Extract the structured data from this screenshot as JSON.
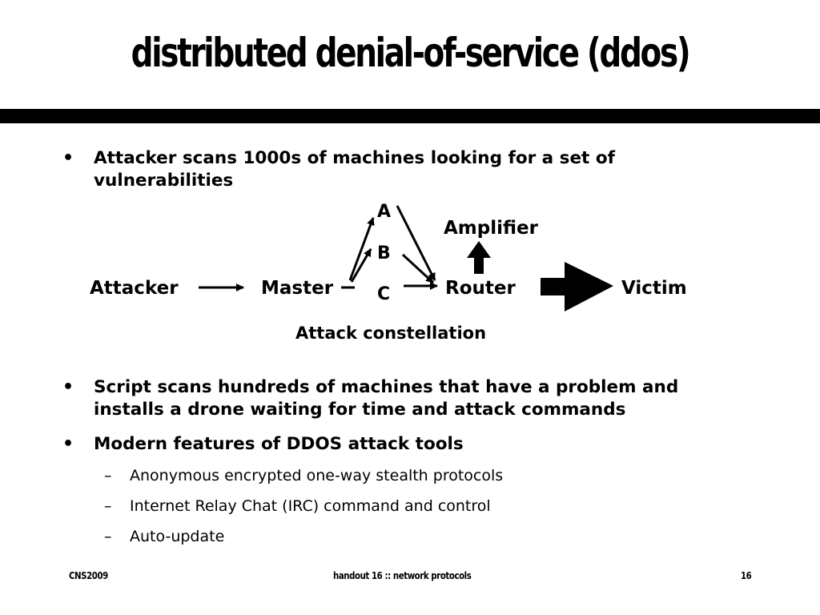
{
  "title": "distributed denial-of-service (ddos)",
  "bullets": [
    {
      "marker": "•",
      "text": " Attacker scans 1000s of machines looking for a set of vulnerabilities"
    },
    {
      "marker": "•",
      "text": "Script scans hundreds of machines that have a problem and installs a drone waiting for time and attack commands"
    },
    {
      "marker": "•",
      "text": "Modern features of DDOS attack tools"
    }
  ],
  "subbullets": [
    {
      "marker": "–",
      "text": "Anonymous encrypted one-way stealth protocols"
    },
    {
      "marker": "–",
      "text": "Internet Relay Chat (IRC) command and control"
    },
    {
      "marker": "–",
      "text": "Auto-update"
    }
  ],
  "diagram": {
    "attacker": "Attacker",
    "master": "Master",
    "drone_a": "A",
    "drone_b": "B",
    "drone_c": "C",
    "router": "Router",
    "amplifier": "Amplifier",
    "victim": "Victim",
    "caption": "Attack constellation"
  },
  "footer": {
    "left": "CNS2009",
    "center": "handout 16 :: network protocols",
    "right": "16"
  }
}
